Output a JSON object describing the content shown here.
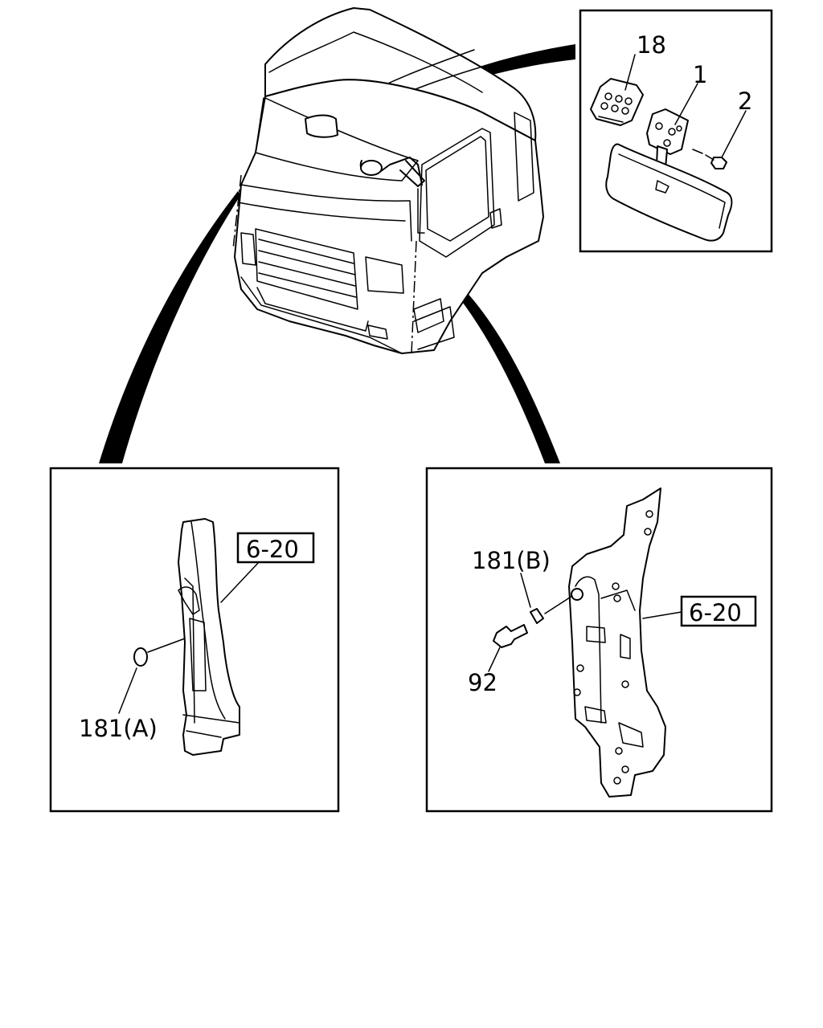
{
  "callouts": {
    "mirror_pad": "18",
    "mirror": "1",
    "screw": "2",
    "clip_a": "181(A)",
    "clip_b": "181(B)",
    "bolt": "92",
    "ref_left": "6-20",
    "ref_right": "6-20"
  }
}
